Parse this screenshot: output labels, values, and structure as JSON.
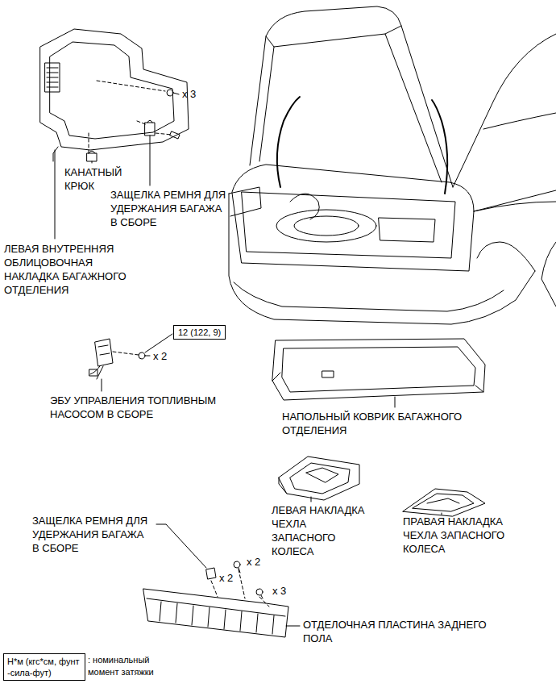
{
  "diagram": {
    "nodes": [
      {
        "text": [
          "12 (122, 9)"
        ]
      },
      {
        "text": [
          "Н*м (кгс*см, фунт -сила-фут)"
        ]
      }
    ],
    "labels": [
      "x 3",
      "КАНАТНЫЙ КРЮК",
      "ЗАЩЕЛКА РЕМНЯ ДЛЯ УДЕРЖАНИЯ БАГАЖА В СБОРЕ",
      "ЛЕВАЯ ВНУТРЕННЯЯ ОБЛИЦОВОЧНАЯ НАКЛАДКА БАГАЖНОГО ОТДЕЛЕНИЯ",
      "x 2",
      "ЭБУ УПРАВЛЕНИЯ ТОПЛИВНЫМ НАСОСОМ В СБОРЕ",
      "НАПОЛЬНЫЙ КОВРИК БАГАЖНОГО ОТДЕЛЕНИЯ",
      "ЛЕВАЯ НАКЛАДКА ЧЕХЛА ЗАПАСНОГО КОЛЕСА",
      "ПРАВАЯ НАКЛАДКА ЧЕХЛА ЗАПАСНОГО КОЛЕСА",
      "ЗАЩЕЛКА РЕМНЯ ДЛЯ УДЕРЖАНИЯ БАГАЖА В СБОРЕ",
      "x 2",
      "x 2",
      "x 3",
      "ОТДЕЛОЧНАЯ ПЛАСТИНА ЗАДНЕГО ПОЛА",
      ": номинальный момент затяжки"
    ]
  }
}
